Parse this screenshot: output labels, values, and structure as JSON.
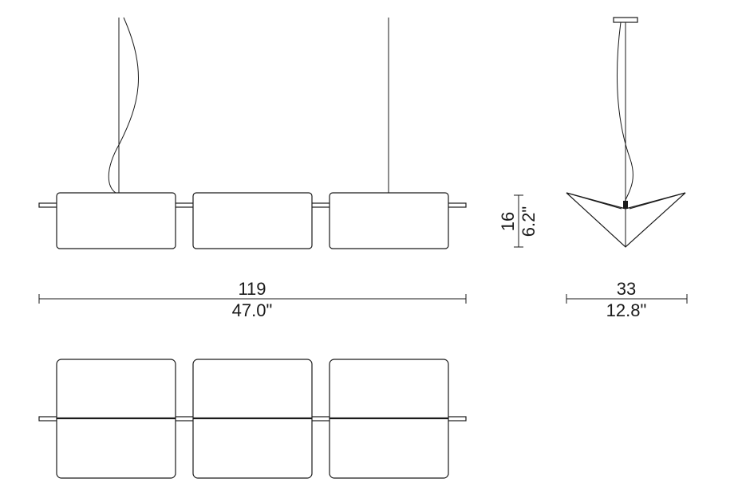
{
  "front_view": {
    "width_cm": "119",
    "width_in": "47.0\""
  },
  "side_view": {
    "height_cm": "16",
    "height_in": "6.2\"",
    "depth_cm": "33",
    "depth_in": "12.8\""
  },
  "colors": {
    "line": "#1a1a1a",
    "background": "#ffffff"
  }
}
